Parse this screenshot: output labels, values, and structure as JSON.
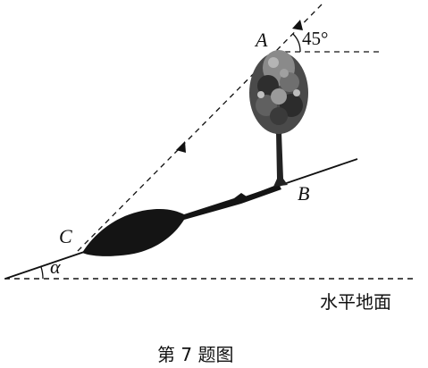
{
  "diagram": {
    "labels": {
      "point_a": "A",
      "point_b": "B",
      "point_c": "C",
      "angle_top": "45°",
      "angle_bottom": "α",
      "ground": "水平地面"
    },
    "caption": "第 7 题图",
    "icons": {
      "tree": "tree-icon",
      "shadow": "tree-shadow-shape"
    },
    "colors": {
      "line": "#111111",
      "shadow": "#141414",
      "foliage": "#4a4a4a"
    }
  }
}
